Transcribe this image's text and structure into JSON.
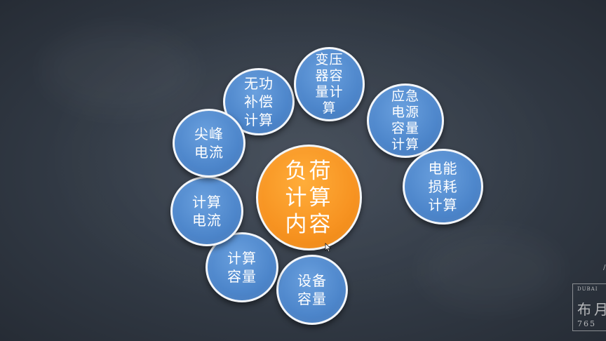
{
  "diagram": {
    "center": {
      "label": "负荷\n计算\n内容",
      "color": "#f79321"
    },
    "node_color": "#4d86cb",
    "nodes": [
      {
        "id": "reactive-compensation",
        "label": "无功\n补偿\n计算"
      },
      {
        "id": "transformer-capacity",
        "label": "变压\n器容\n量计\n算"
      },
      {
        "id": "emergency-power",
        "label": "应急\n电源\n容量\n计算"
      },
      {
        "id": "power-loss",
        "label": "电能\n损耗\n计算"
      },
      {
        "id": "equipment-capacity",
        "label": "设备\n容量"
      },
      {
        "id": "calculated-capacity",
        "label": "计算\n容量"
      },
      {
        "id": "calculated-current",
        "label": "计算\n电流"
      },
      {
        "id": "peak-current",
        "label": "尖峰\n电流"
      }
    ]
  },
  "watermark": {
    "top": "DUBAI",
    "middle": "布月",
    "bottom": "765"
  }
}
